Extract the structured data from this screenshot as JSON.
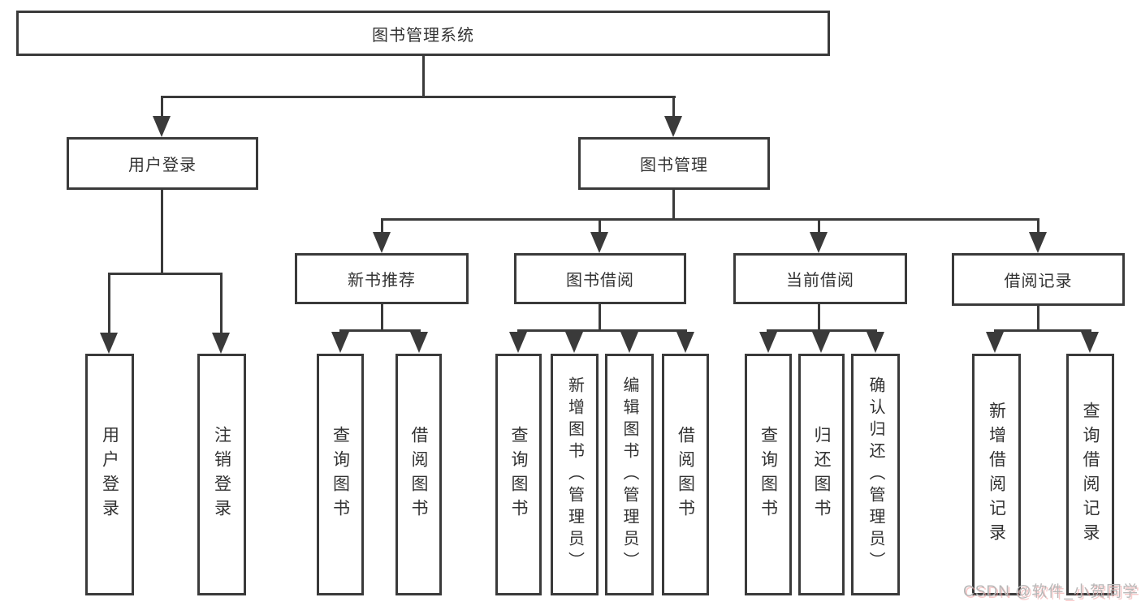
{
  "diagram": {
    "root": {
      "label": "图书管理系统"
    },
    "level2": {
      "user_login": {
        "label": "用户登录"
      },
      "book_mgmt": {
        "label": "图书管理"
      }
    },
    "level3": {
      "new_book": {
        "label": "新书推荐"
      },
      "borrow": {
        "label": "图书借阅"
      },
      "current": {
        "label": "当前借阅"
      },
      "records": {
        "label": "借阅记录"
      }
    },
    "leaves": {
      "user_login_1": "用户登录",
      "user_login_2": "注销登录",
      "new_book_1": "查询图书",
      "new_book_2": "借阅图书",
      "borrow_1": "查询图书",
      "borrow_2": "新增图书（管理员）",
      "borrow_3": "编辑图书（管理员）",
      "borrow_4": "借阅图书",
      "current_1": "查询图书",
      "current_2": "归还图书",
      "current_3": "确认归还（管理员）",
      "records_1": "新增借阅记录",
      "records_2": "查询借阅记录"
    }
  },
  "watermark": {
    "text": "CSDN @软件_小贺同学"
  },
  "colors": {
    "line": "#3a3a3a",
    "text": "#333333",
    "watermark": "#b7b7b7"
  }
}
